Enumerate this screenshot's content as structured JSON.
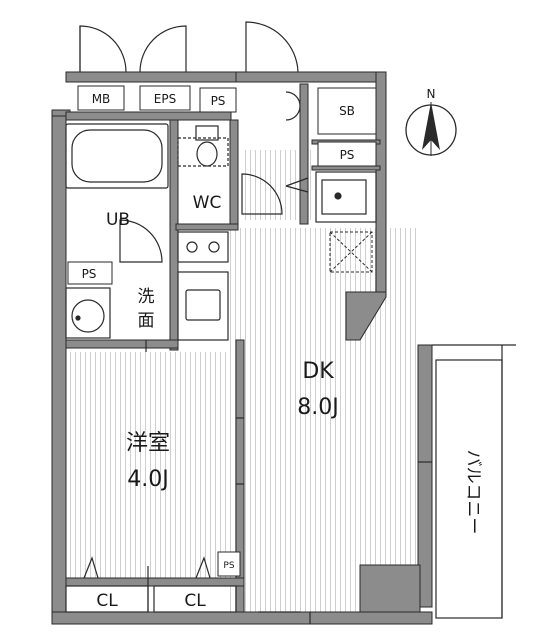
{
  "labels": {
    "mb": "MB",
    "eps": "EPS",
    "ps_top": "PS",
    "sb": "SB",
    "ps_right": "PS",
    "wc": "WC",
    "ub": "UB",
    "ps_left": "PS",
    "senmen_1": "洗",
    "senmen_2": "面",
    "dk": "DK",
    "dk_size": "8.0J",
    "yoshitsu": "洋室",
    "yoshitsu_size": "4.0J",
    "ps_bottom": "PS",
    "cl_left": "CL",
    "cl_right": "CL",
    "balcony": "バルコニー",
    "north": "N"
  },
  "colors": {
    "wall": "#8c8c8c",
    "wall_dark": "#6f6f6f",
    "line": "#2a2a2a",
    "stripe": "#d2d2d2",
    "floor_bg": "#ffffff"
  },
  "icons": [
    "north-arrow-icon",
    "bathtub-icon",
    "toilet-icon",
    "sink-icon",
    "stove-icon",
    "door-swing-icon"
  ]
}
